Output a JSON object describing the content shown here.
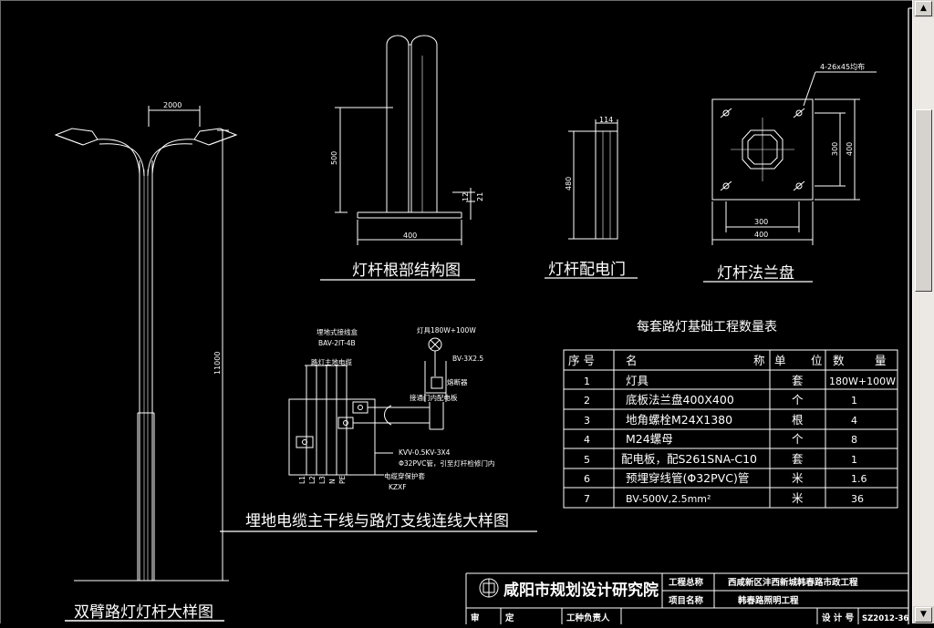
{
  "drawing_titles": {
    "pole_detail": "双臂路灯灯杆大样图",
    "pole_base": "灯杆根部结构图",
    "door": "灯杆配电门",
    "flange": "灯杆法兰盘",
    "cable": "埋地电缆主干线与路灯支线连线大样图"
  },
  "dimensions": {
    "arm_span": "2000",
    "pole_height": "11000",
    "base_height": "500",
    "base_width": "400",
    "base_small_1": "12",
    "base_small_2": "21",
    "door_width": "114",
    "door_height": "480",
    "flange_hole_note": "4-26x45均布",
    "flange_inner": "300",
    "flange_outer": "400",
    "flange_v_inner": "300",
    "flange_v_outer": "400"
  },
  "cable_labels": {
    "junction_box": "埋地式接线盒",
    "junction_model": "BAV-2IT-4B",
    "main_cable": "路灯主地电缆",
    "lamp": "灯具180W+100W",
    "wire": "BV-3X2.5",
    "fuse": "熔断器",
    "pole_door": "接通门内配电板",
    "cable_spec": "KVV-0.5KV-3X4",
    "pipe_note": "Φ32PVC管，引至灯杆检修门内",
    "conduit_note": "电缆穿保护套",
    "conduit_model": "KZXF",
    "phase_labels": [
      "L1",
      "L2",
      "L3",
      "N",
      "PE"
    ]
  },
  "quantity_table": {
    "title": "每套路灯基础工程数量表",
    "headers": [
      "序 号",
      "名",
      "称",
      "单",
      "位",
      "数",
      "量"
    ],
    "rows": [
      {
        "no": "1",
        "name": "灯具",
        "unit": "套",
        "qty": "180W+100W"
      },
      {
        "no": "2",
        "name": "底板法兰盘400X400",
        "unit": "个",
        "qty": "1"
      },
      {
        "no": "3",
        "name": "地角螺栓M24X1380",
        "unit": "根",
        "qty": "4"
      },
      {
        "no": "4",
        "name": "M24螺母",
        "unit": "个",
        "qty": "8"
      },
      {
        "no": "5",
        "name": "配电板，配S261SNA-C10",
        "unit": "套",
        "qty": "1"
      },
      {
        "no": "6",
        "name": "预埋穿线管(Φ32PVC)管",
        "unit": "米",
        "qty": "1.6"
      },
      {
        "no": "7",
        "name": "BV-500V,2.5mm²",
        "unit": "米",
        "qty": "36"
      }
    ]
  },
  "title_block": {
    "institute": "咸阳市规划设计研究院",
    "project_label": "工程总称",
    "project_name": "西咸新区沣西新城韩春路市政工程",
    "item_label": "项目名称",
    "item_name": "韩春路照明工程",
    "review_label": "审",
    "review_label2": "定",
    "lead_label": "工种负责人",
    "design_no_label": "设 计 号",
    "design_no": "SZ2012-36"
  },
  "ui": {
    "scroll_up": "▲",
    "scroll_down": "▼"
  }
}
